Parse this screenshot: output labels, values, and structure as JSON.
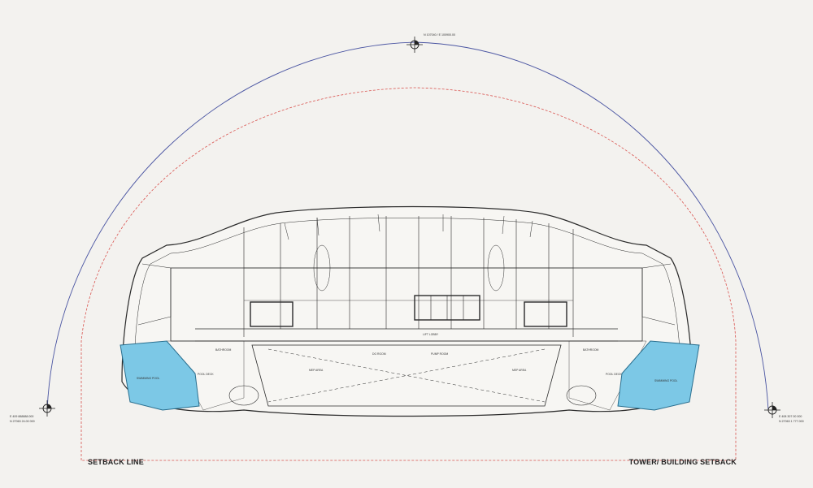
{
  "drawing": {
    "setback_line_label": "SETBACK LINE",
    "tower_setback_label": "TOWER/ BUILDING SETBACK",
    "survey_points": {
      "top": "N 107040 / E 100900.00",
      "left_1": "E 409 888888.000",
      "left_2": "N 27063 24.00 000",
      "right_1": "E 408 307 00 000",
      "right_2": "N 27063 1 777.000"
    },
    "rooms": {
      "lift_lobby": "LIFT LOBBY",
      "pump_room": "PUMP ROOM",
      "dg_room": "DG\nROOM",
      "mep_area_left": "MEP AREA",
      "mep_area_right": "MEP AREA",
      "pool_deck_left": "POOL DECK",
      "pool_deck_right": "POOL DECK",
      "pool_left": "SWIMMING POOL",
      "pool_right": "SWIMMING POOL",
      "bathroom_left": "BATHROOM",
      "bathroom_right": "BATHROOM"
    },
    "colors": {
      "background": "#f3f2ef",
      "outer_arc": "#4a55a2",
      "setback_dashed": "#d9534f",
      "pool_water": "#7cc8e6",
      "linework": "#2a2a2a"
    }
  }
}
